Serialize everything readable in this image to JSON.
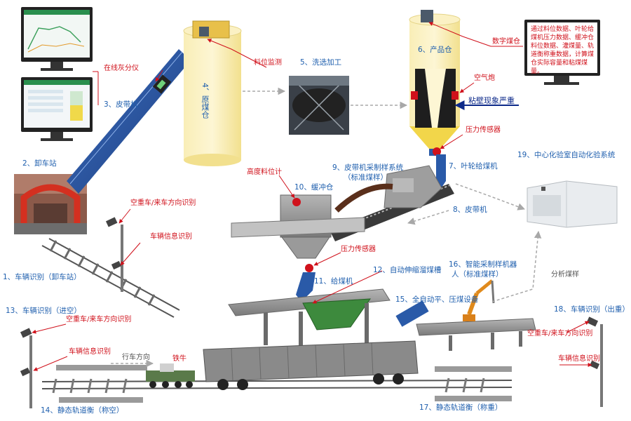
{
  "labels": {
    "n1": "1、车辆识别（卸车站）",
    "n2": "2、卸车站",
    "n3": "3、皮带机",
    "n4": "4、原煤仓",
    "n5": "5、洗选加工",
    "n6": "6、产品仓",
    "n7": "7、叶轮给煤机",
    "n8": "8、皮带机",
    "n9": "9、皮带机采制样系统",
    "n9b": "（标准煤样）",
    "n10": "10、缓冲仓",
    "n11": "11、给煤机",
    "n12": "12、自动伸缩溜煤槽",
    "n13": "13、车辆识别（进空）",
    "n14": "14、静态轨道衡（称空）",
    "n15": "15、全自动平、压煤设备",
    "n16": "16、智能采制样机器",
    "n16b": "人（标准煤样）",
    "n17": "17、静态轨道衡（称重）",
    "n18": "18、车辆识别（出重）",
    "n19": "19、中心化验室自动化验系统"
  },
  "annotations": {
    "ash": "在线灰分仪",
    "level": "料位监测",
    "digital": "数字煤仓",
    "cannon": "空气炮",
    "sticky": "粘壁现象严重",
    "pressure1": "压力传感器",
    "height": "高度料位计",
    "pressure2": "压力传感器",
    "dir1": "空重车/来车方向识别",
    "info1": "车辆信息识别",
    "dir2": "空重车/来车方向识别",
    "info2": "车辆信息识别",
    "dir3": "空重车/来车方向识别",
    "info3": "车辆信息识别",
    "travel": "行车方向",
    "locomotive": "铁牛",
    "analyze": "分析煤样",
    "digital_desc": "通过料位数据、叶轮给煤机压力数据、缓冲仓料位数据、灌煤量、轨道衡称重数据，计算煤仓实际容量和粘煤煤量。"
  },
  "colors": {
    "label_blue": "#1f5fae",
    "annotation_red": "#d0111b",
    "belt_blue": "#2a5aa8",
    "silo_yellow": "#f7e9a6",
    "steel_gray": "#8c8c8c",
    "flow_gray": "#a8a8a8"
  },
  "icons": [
    "camera-icon",
    "monitor-icon",
    "robot-arm-icon",
    "locomotive-icon",
    "wagon-icon",
    "sensor-dot-icon"
  ]
}
